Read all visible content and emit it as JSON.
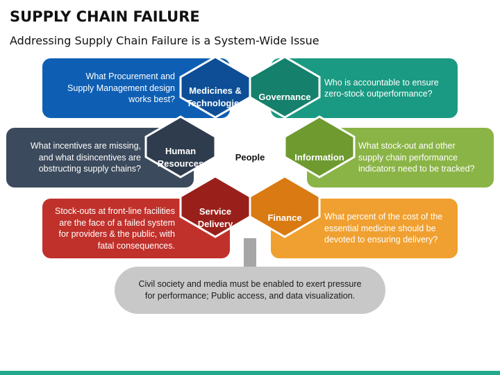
{
  "title": "SUPPLY CHAIN FAILURE",
  "subtitle": "Addressing Supply Chain Failure is a System-Wide Issue",
  "center_label": "People",
  "segments": {
    "medicines": {
      "label": "Medicines &\nTechnologies",
      "question": "What Procurement and\nSupply Management design\nworks best?",
      "color": "#0e5fb4"
    },
    "governance": {
      "label": "Governance",
      "question": "Who is accountable to ensure\nzero-stock outperformance?",
      "color": "#1a9a82"
    },
    "human": {
      "label": "Human\nResources",
      "question": "What incentives are missing,\nand what disincentives are\nobstructing supply chains?",
      "color": "#3b4a5c"
    },
    "information": {
      "label": "Information",
      "question": "What stock-out and other\nsupply chain performance\nindicators need to be tracked?",
      "color": "#7aa83a"
    },
    "service": {
      "label": "Service\nDelivery",
      "question": "Stock-outs at front-line facilities\nare the face of a failed system\nfor providers & the public, with\nfatal consequences.",
      "color": "#b3261e"
    },
    "finance": {
      "label": "Finance",
      "question": "What percent of the cost of the\nessential medicine should be\ndevoted to ensuring delivery?",
      "color": "#e8891a"
    }
  },
  "footer_note": "Civil society and media must be enabled to exert pressure\nfor performance; Public access, and data visualization."
}
